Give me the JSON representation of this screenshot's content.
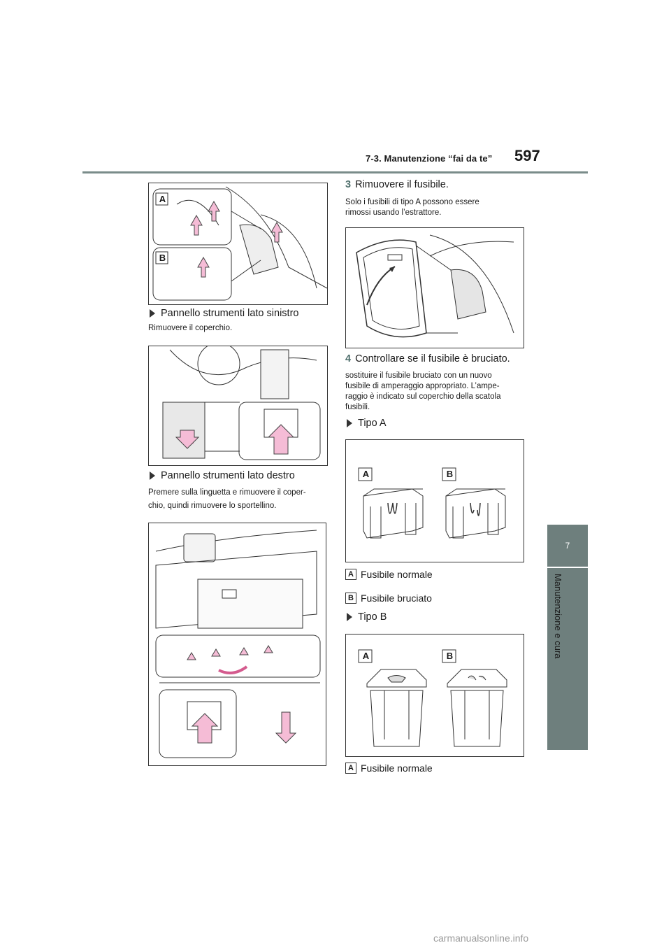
{
  "header": {
    "section": "7-3. Manutenzione “fai da te”",
    "page_number": "597"
  },
  "side_tab": {
    "chapter_number": "7",
    "chapter_title": "Manutenzione e cura"
  },
  "left": {
    "fig1_labels": {
      "a": "A",
      "b": "B"
    },
    "bullet1": "Pannello strumenti lato sinistro",
    "para1": "Rimuovere il coperchio.",
    "bullet2": "Pannello strumenti lato destro",
    "para2_line1": "Premere sulla linguetta e rimuovere il coper-",
    "para2_line2": "chio, quindi rimuovere lo sportellino."
  },
  "right": {
    "step3_num": "3",
    "step3_text": "Rimuovere il fusibile.",
    "step3_para_line1": "Solo i fusibili di tipo A possono essere",
    "step3_para_line2": "rimossi usando l’estrattore.",
    "step4_num": "4",
    "step4_text": "Controllare se il fusibile è bruciato.",
    "step4_para_line1": "sostituire il fusibile bruciato con un nuovo",
    "step4_para_line2": "fusibile di amperaggio appropriato. L’ampe-",
    "step4_para_line3": "raggio è indicato sul coperchio della scatola",
    "step4_para_line4": "fusibili.",
    "type_a": "Tipo A",
    "type_b": "Tipo B",
    "fig_a_labels": {
      "a": "A",
      "b": "B"
    },
    "fig_b_labels": {
      "a": "A",
      "b": "B"
    },
    "legend_a1": {
      "key": "A",
      "text": "Fusibile normale"
    },
    "legend_b1": {
      "key": "B",
      "text": "Fusibile bruciato"
    },
    "legend_a2": {
      "key": "A",
      "text": "Fusibile normale"
    }
  },
  "watermark": "carmanualsonline.info"
}
